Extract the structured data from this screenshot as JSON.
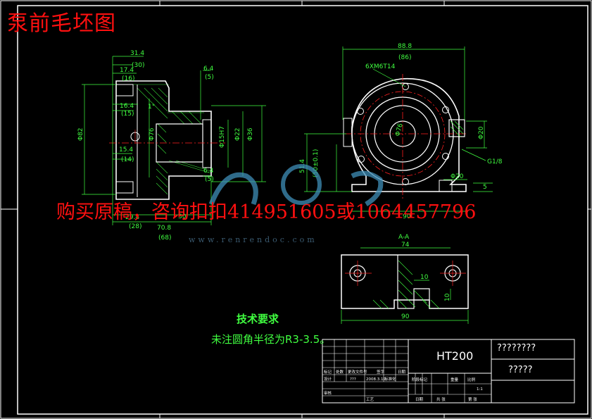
{
  "header": {
    "title_stamp": "泵前毛坯图"
  },
  "watermark": {
    "text": "购买原稿，咨询扣扣414951605或1064457796",
    "site": "www.renrendoc.com"
  },
  "dimensions_left_view": {
    "d1": "31.4",
    "d2": "(30)",
    "d3": "17.4",
    "d4": "(16)",
    "d5": "16.4",
    "d6": "(15)",
    "d7": "15.4",
    "d8": "(14)",
    "d9": "Φ82",
    "d10": "Φ76",
    "d11": "6.4",
    "d12": "(5)",
    "d13": "Φ15H7",
    "d14": "Φ22",
    "d15": "Φ36",
    "d16": "6.4",
    "d17": "(5)",
    "d18": "29.4",
    "d19": "(28)",
    "d20": "70.8",
    "d21": "(68)",
    "d22": "30",
    "d23": "1°"
  },
  "dimensions_right_view": {
    "d1": "88.8",
    "d2": "(86)",
    "d3": "6XM6T14",
    "d4": "Φ76",
    "d5": "Φ20",
    "d6": "G1/8",
    "d7": "51.4",
    "d8": "(50±0.1)",
    "d9": "Φ20",
    "d10": "90",
    "d11": "5"
  },
  "dimensions_bottom_view": {
    "section": "A-A",
    "d1": "74",
    "d2": "10",
    "d3": "10",
    "d4": "90"
  },
  "notes": {
    "tech_title": "技术要求",
    "tech_note": "未注圆角半径为R3-3.5。"
  },
  "title_block": {
    "material": "HT200",
    "drawing_name": "????????",
    "drawing_code": "?????",
    "small_1": "标记",
    "small_2": "处数",
    "small_3": "更改文件号",
    "small_4": "签字",
    "small_5": "日期",
    "small_6": "设计",
    "small_7": "???",
    "small_8": "2008.3.10",
    "small_9": "标准化",
    "small_10": "阶段标记",
    "small_11": "重量",
    "small_12": "比例",
    "small_13": "1:1",
    "small_14": "审核",
    "small_15": "工艺",
    "small_16": "日期",
    "small_17": "共  张",
    "small_18": "第  张"
  },
  "colors": {
    "outline": "#ffffff",
    "dimension": "#40ff40",
    "centerline": "#ff2020",
    "hatch": "#40ff40",
    "stamp": "#ff1010",
    "logo": "#3f8fb8"
  }
}
